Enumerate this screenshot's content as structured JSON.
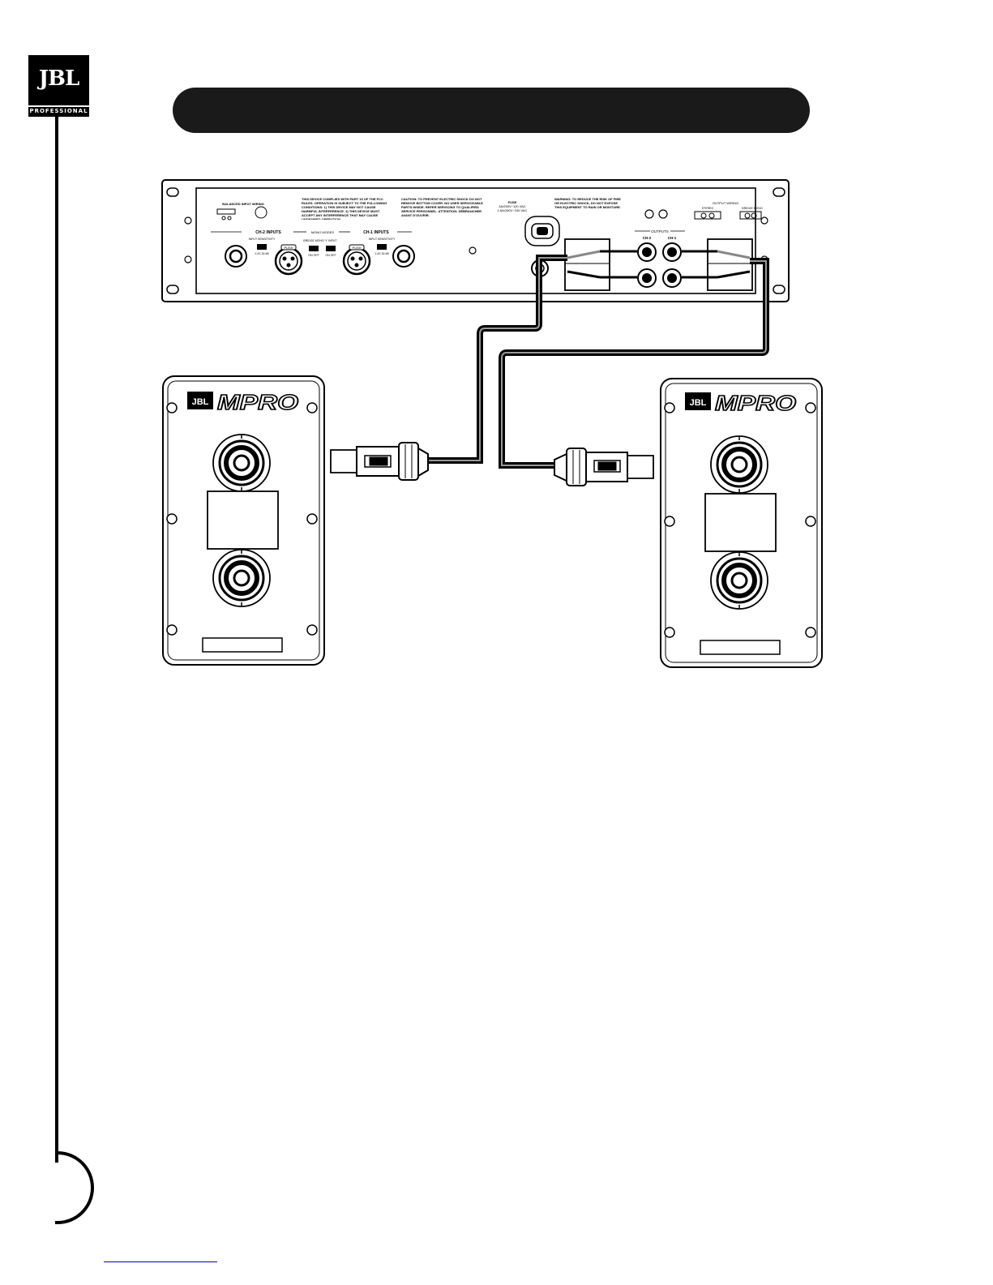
{
  "brand": {
    "logo_text": "JBL",
    "logo_subtext": "PROFESSIONAL"
  },
  "amplifier": {
    "balanced_input_wiring": "BALANCED INPUT WIRING",
    "fcc_notice": "THIS DEVICE COMPLIES WITH PART 15 OF THE FCC RULES. OPERATION IS SUBJECT TO THE FOLLOWING CONDITIONS: 1) THIS DEVICE MAY NOT CAUSE HARMFUL INTERFERENCE. 2) THIS DEVICE MUST ACCEPT ANY INTERFERENCE THAT MAY CAUSE UNDESIRED OPERATION.",
    "caution_notice": "CAUTION: TO PREVENT ELECTRIC SHOCK DO NOT REMOVE BOTTOM COVER. NO USER SERVICEABLE PARTS INSIDE. REFER SERVICING TO QUALIFIED SERVICE PERSONNEL. ATTENTION: DÉBRANCHER AVANT D'OUVRIR.",
    "fuse_label": "FUSE",
    "fuse_rating_1": "3A/250V~120 VAC",
    "fuse_rating_2": "1.6A/250V~240 VAC",
    "warning_notice": "WARNING: TO REDUCE THE RISK OF FIRE OR ELECTRIC SHOCK, DO NOT EXPOSE THIS EQUIPMENT TO RAIN OR MOISTURE.",
    "output_wiring": "OUTPUT WIRING",
    "stereo_label": "STEREO",
    "bridge_label": "BRIDGE MONO",
    "ch2_inputs": "CH-2 INPUTS",
    "mono_modes": "MONO MODES",
    "ch1_inputs": "CH-1 INPUTS",
    "input_sensitivity": "INPUT SENSITIVITY",
    "sens_values": "1.4V  26 dB",
    "bridge_mode": "BRIDGE MONO",
    "y_input": "'Y' INPUT",
    "on_off": "ON   OFF",
    "outputs": "OUTPUTS",
    "ch2": "CH-2",
    "ch1": "CH-1",
    "push": "PUSH"
  },
  "speakers": [
    {
      "logo": "JBL",
      "series": "MPRO"
    },
    {
      "logo": "JBL",
      "series": "MPRO"
    }
  ]
}
